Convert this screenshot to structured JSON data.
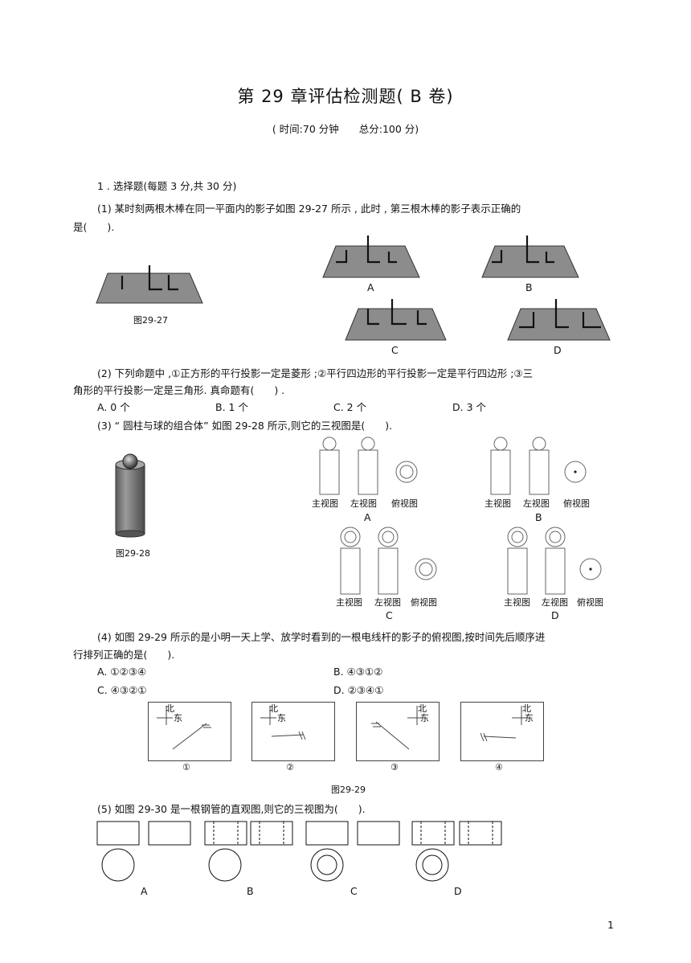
{
  "header": {
    "title": "第 29 章评估检测题( B 卷)",
    "subtitle": "( 时间:70 分钟　　总分:100 分)"
  },
  "section1": {
    "heading": "1 . 选择题(每题 3 分,共 30 分)"
  },
  "q1": {
    "line1": "(1) 某时刻两根木棒在同一平面内的影子如图 29-27 所示 , 此时 , 第三根木棒的影子表示正确的",
    "line2": "是(　　).",
    "figure_caption": "图29-27",
    "options": [
      "A",
      "B",
      "C",
      "D"
    ]
  },
  "q2": {
    "line1": "(2) 下列命题中 ,①正方形的平行投影一定是菱形 ;②平行四边形的平行投影一定是平行四边形 ;③三",
    "line2": "角形的平行投影一定是三角形. 真命题有(　　) .",
    "options": [
      "A. 0 个",
      "B. 1 个",
      "C. 2 个",
      "D. 3 个"
    ]
  },
  "q3": {
    "line1": "(3) “ 圆柱与球的组合体” 如图 29-28 所示,则它的三视图是(　　).",
    "figure_caption": "图29-28",
    "view_labels": [
      "主视图",
      "左视图",
      "俯视图"
    ],
    "options": [
      "A",
      "B",
      "C",
      "D"
    ]
  },
  "q4": {
    "line1": "(4) 如图 29-29 所示的是小明一天上学、放学时看到的一根电线杆的影子的俯视图,按时间先后顺序进",
    "line2": "行排列正确的是(　　).",
    "options": [
      "A. ①②③④",
      "B. ④③①②",
      "C. ④③②①",
      "D. ②③④①"
    ],
    "compass": {
      "north": "北",
      "east": "东"
    },
    "panel_labels": [
      "①",
      "②",
      "③",
      "④"
    ],
    "figure_caption": "图29-29"
  },
  "q5": {
    "line1": "(5) 如图 29-30 是一根钢管的直观图,则它的三视图为(　　).",
    "options": [
      "A",
      "B",
      "C",
      "D"
    ]
  },
  "footer": {
    "page_number": "1"
  },
  "colors": {
    "plane_fill": "#8c8c8c",
    "cylinder": "#7d7d7d",
    "ink": "#111111",
    "drawing": "#555555"
  }
}
